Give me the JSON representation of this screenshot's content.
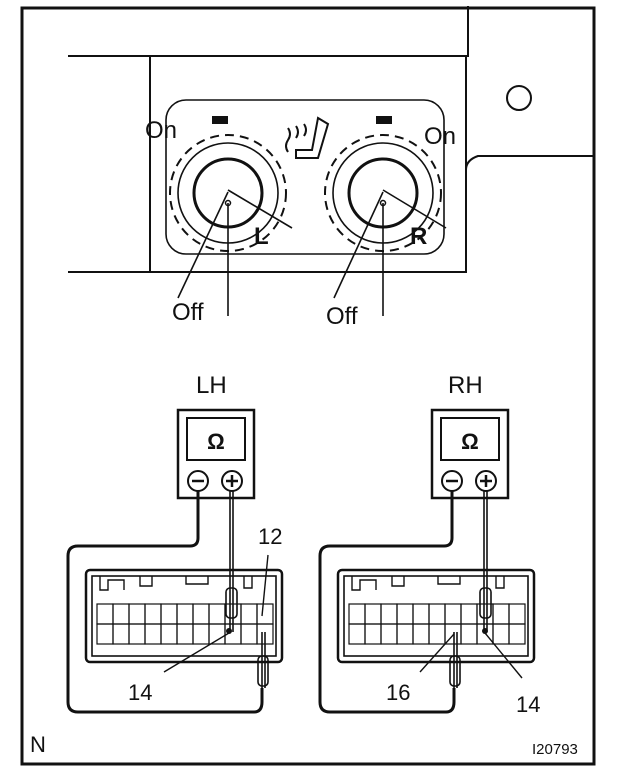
{
  "switch_panel": {
    "left_knob": {
      "on": "On",
      "off": "Off",
      "side": "L",
      "minus": "–"
    },
    "right_knob": {
      "on": "On",
      "off": "Off",
      "side": "R",
      "minus": "–"
    },
    "seat_heater_icon": "seat-heater-icon"
  },
  "meters": {
    "left": {
      "title": "LH",
      "symbol": "Ω",
      "neg": "–",
      "pos": "+"
    },
    "right": {
      "title": "RH",
      "symbol": "Ω",
      "neg": "–",
      "pos": "+"
    }
  },
  "connectors": {
    "left": {
      "pin_a": "12",
      "pin_b": "14"
    },
    "right": {
      "pin_a": "16",
      "pin_b": "14"
    }
  },
  "footer": {
    "corner_left": "N",
    "figure_id": "I20793"
  }
}
